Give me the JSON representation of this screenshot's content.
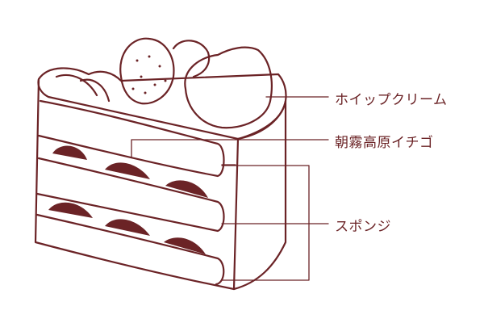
{
  "labels": {
    "whipped_cream": "ホイップクリーム",
    "strawberry": "朝霧高原イチゴ",
    "sponge": "スポンジ"
  },
  "colors": {
    "ink": "#6b2326",
    "background": "#ffffff"
  }
}
